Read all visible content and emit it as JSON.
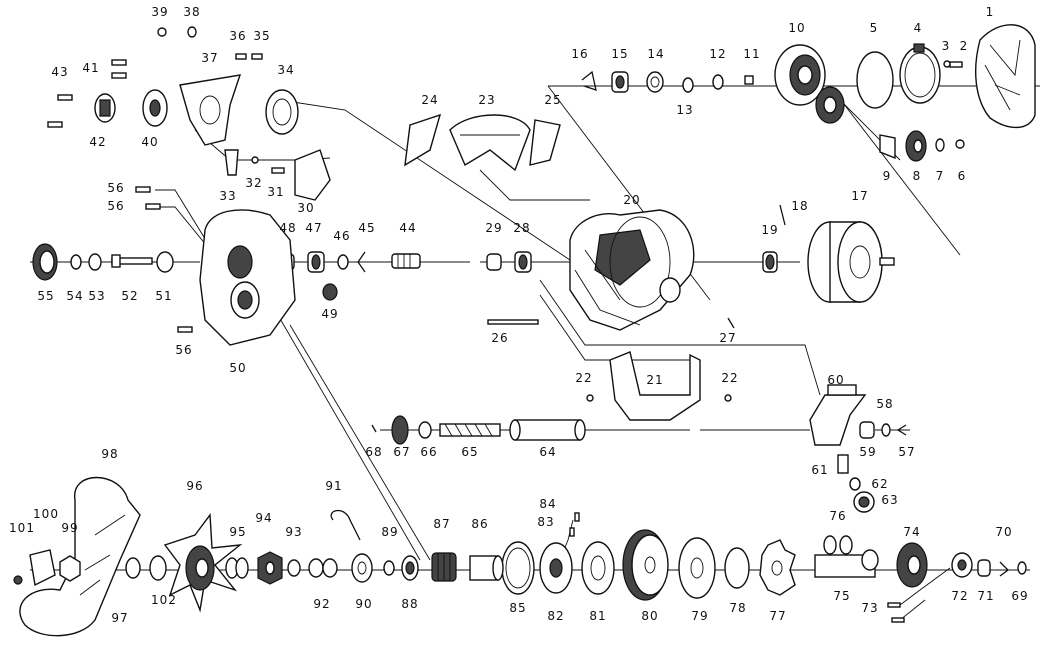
{
  "diagram": {
    "colors": {
      "ink": "#111111",
      "paper": "#ffffff",
      "shade": "#444444"
    },
    "parts": [
      "1",
      "2",
      "3",
      "4",
      "5",
      "6",
      "7",
      "8",
      "9",
      "10",
      "11",
      "12",
      "13",
      "14",
      "15",
      "16",
      "17",
      "18",
      "19",
      "20",
      "21",
      "22",
      "23",
      "24",
      "25",
      "26",
      "27",
      "28",
      "29",
      "30",
      "31",
      "32",
      "33",
      "34",
      "35",
      "36",
      "37",
      "38",
      "39",
      "40",
      "41",
      "42",
      "43",
      "44",
      "45",
      "46",
      "47",
      "48",
      "49",
      "50",
      "51",
      "52",
      "53",
      "54",
      "55",
      "56",
      "57",
      "58",
      "59",
      "60",
      "61",
      "62",
      "63",
      "64",
      "65",
      "66",
      "67",
      "68",
      "69",
      "70",
      "71",
      "72",
      "73",
      "74",
      "75",
      "76",
      "77",
      "78",
      "79",
      "80",
      "81",
      "82",
      "83",
      "84",
      "85",
      "86",
      "87",
      "88",
      "89",
      "90",
      "91",
      "92",
      "93",
      "94",
      "95",
      "96",
      "97",
      "98",
      "99",
      "100",
      "101",
      "102"
    ]
  }
}
